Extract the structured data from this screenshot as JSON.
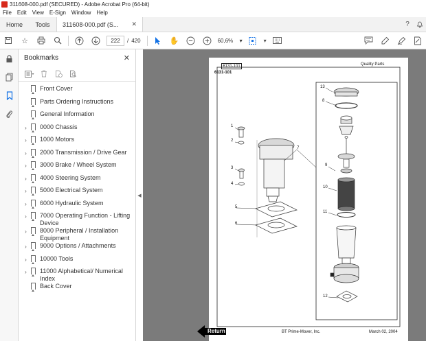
{
  "window": {
    "title": "311608-000.pdf (SECURED) - Adobe Acrobat Pro (64-bit)"
  },
  "menu": [
    "File",
    "Edit",
    "View",
    "E-Sign",
    "Window",
    "Help"
  ],
  "tabs": {
    "home": "Home",
    "tools": "Tools",
    "document": "311608-000.pdf (S..."
  },
  "toolbar": {
    "current_page": "222",
    "page_separator": "/",
    "total_pages": "420",
    "zoom": "60,6%"
  },
  "bookmarks": {
    "title": "Bookmarks",
    "items": [
      {
        "label": "Front Cover",
        "expandable": false
      },
      {
        "label": "Parts Ordering Instructions",
        "expandable": false
      },
      {
        "label": "General Information",
        "expandable": false
      },
      {
        "label": "0000 Chassis",
        "expandable": true
      },
      {
        "label": "1000 Motors",
        "expandable": true
      },
      {
        "label": "2000 Transmission / Drive Gear",
        "expandable": true
      },
      {
        "label": "3000 Brake / Wheel System",
        "expandable": true
      },
      {
        "label": "4000 Steering System",
        "expandable": true
      },
      {
        "label": "5000 Electrical System",
        "expandable": true
      },
      {
        "label": "6000 Hydraulic System",
        "expandable": true
      },
      {
        "label": "7000 Operating Function - Lifting Device",
        "expandable": true
      },
      {
        "label": "8000 Peripheral / Installation Equipment",
        "expandable": true
      },
      {
        "label": "9000 Options / Attachments",
        "expandable": true
      },
      {
        "label": "10000 Tools",
        "expandable": true
      },
      {
        "label": "11000 Alphabetical/ Numerical Index",
        "expandable": true
      },
      {
        "label": "Back Cover",
        "expandable": false
      }
    ]
  },
  "document_page": {
    "section_box": "6131-101",
    "section_label": "6131-101",
    "header_right": "Quality Parts",
    "footer_left": "BT Prime-Mover, Inc.",
    "footer_right": "March 02, 2004",
    "callouts": [
      "1",
      "2",
      "3",
      "4",
      "5",
      "6",
      "7",
      "8",
      "9",
      "10",
      "11",
      "12",
      "13"
    ]
  },
  "overlay": {
    "return_label": "Return"
  }
}
